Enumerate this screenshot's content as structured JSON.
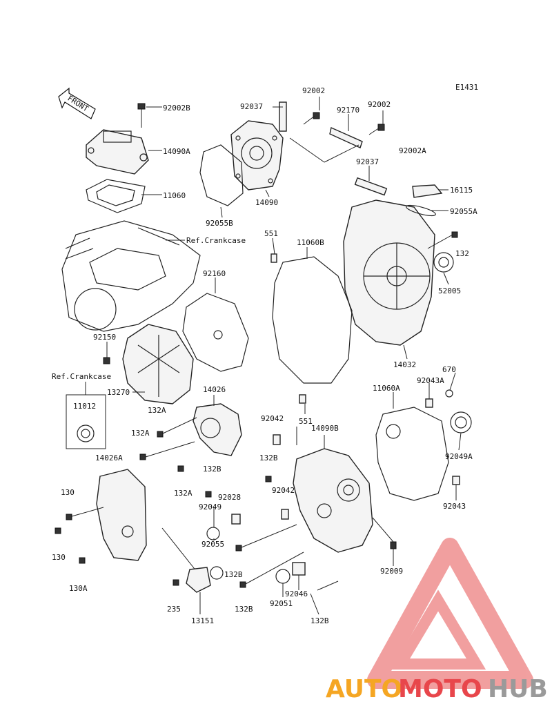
{
  "diagram_code": "E1431",
  "front_label": "FRONT",
  "ref_crankcase_1": "Ref.Crankcase",
  "ref_crankcase_2": "Ref.Crankcase",
  "watermark": {
    "part1": "AUTO",
    "part2": "MOTO",
    "part3": "HUB",
    "color_orange": "#f5a623",
    "color_red": "#e8464b",
    "color_gray": "#9a9a9a"
  },
  "part_numbers": {
    "p92002B": "92002B",
    "p14090A": "14090A",
    "p11060": "11060",
    "p92037a": "92037",
    "p92002a": "92002",
    "p92170": "92170",
    "p92002b2": "92002",
    "p92002A": "92002A",
    "p92037b": "92037",
    "p16115": "16115",
    "p92055A": "92055A",
    "p132": "132",
    "p52005": "52005",
    "p14032": "14032",
    "p14090": "14090",
    "p92055B": "92055B",
    "p551a": "551",
    "p11060B": "11060B",
    "p92160": "92160",
    "p92150": "92150",
    "p11012": "11012",
    "p13270": "13270",
    "p14026": "14026",
    "p132A_1": "132A",
    "p132A_2": "132A",
    "p14026A": "14026A",
    "p132A_3": "132A",
    "p132B_1": "132B",
    "p92028": "92028",
    "p92049": "92049",
    "p92055": "92055",
    "p130a": "130",
    "p130b": "130",
    "p130A": "130A",
    "p235": "235",
    "p13151": "13151",
    "p92042a": "92042",
    "p14090B": "14090B",
    "p132B_2": "132B",
    "p92042b": "92042",
    "p132B_3": "132B",
    "p132B_4": "132B",
    "p92051": "92051",
    "p92046": "92046",
    "p132B_5": "132B",
    "p551b": "551",
    "p11060A": "11060A",
    "p92043A": "92043A",
    "p670": "670",
    "p92049A": "92049A",
    "p92043": "92043",
    "p92009": "92009"
  }
}
